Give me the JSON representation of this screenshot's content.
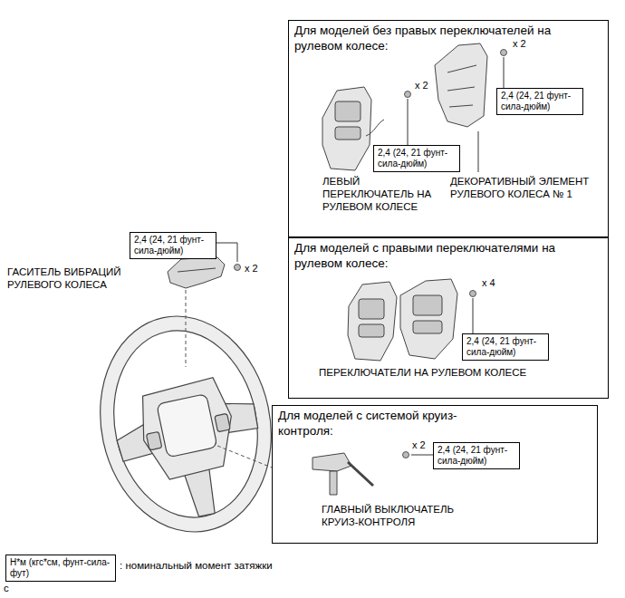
{
  "diagram": {
    "nodes": [
      {
        "text": [
          "Для моделей без правых переключателей на рулевом колесе:"
        ]
      },
      {
        "text": [
          "2,4 (24, 21 фунт-сила-дюйм)"
        ],
        "in": 0
      },
      {
        "text": [
          "2,4 (24, 21 фунт-сила-дюйм)"
        ],
        "in": 0
      },
      {
        "text": [
          "2,4 (24, 21 фунт-сила-дюйм)"
        ]
      },
      {
        "text": [
          "Для моделей с правыми переключателями на рулевом колесе:"
        ]
      },
      {
        "text": [
          "2,4 (24, 21 фунт-сила-дюйм)"
        ],
        "in": 4
      },
      {
        "text": [
          "Для моделей с системой круиз-контроля:"
        ]
      },
      {
        "text": [
          "2,4 (24, 21 фунт-сила-дюйм)"
        ],
        "in": 6
      },
      {
        "text": [
          "Н*м (кгс*см, фунт-сила-фут)"
        ]
      }
    ],
    "labels": [
      "x 2",
      "x 2",
      "ЛЕВЫЙ ПЕРЕКЛЮЧАТЕЛЬ НА РУЛЕВОМ КОЛЕСЕ",
      "ДЕКОРАТИВНЫЙ ЭЛЕМЕНТ РУЛЕВОГО КОЛЕСА № 1",
      "x 2",
      "ГАСИТЕЛЬ ВИБРАЦИЙ РУЛЕВОГО КОЛЕСА",
      "x 4",
      "ПЕРЕКЛЮЧАТЕЛИ НА РУЛЕВОМ КОЛЕСЕ",
      "x 2",
      "ГЛАВНЫЙ ВЫКЛЮЧАТЕЛЬ КРУИЗ-КОНТРОЛЯ",
      ": номинальный момент затяжки",
      "c"
    ]
  }
}
